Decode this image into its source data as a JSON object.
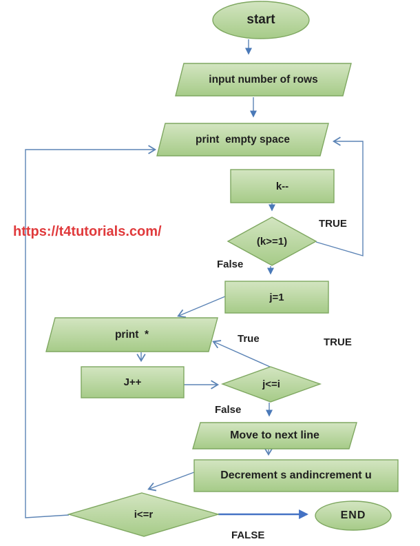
{
  "colors": {
    "shape_fill_top": "#d3e5c1",
    "shape_fill_bottom": "#a6cb88",
    "shape_border": "#7ea760",
    "connector": "#5b83b5",
    "connector_end_arrow": "#4472c4",
    "label_text": "#1f1f1f",
    "watermark_red": "#e03a3c"
  },
  "watermark": {
    "text": "https://t4tutorials.com/"
  },
  "flowchart": {
    "nodes": [
      {
        "id": "start",
        "type": "ellipse",
        "label": "start"
      },
      {
        "id": "input-rows",
        "type": "parallelogram",
        "label": "input number of rows"
      },
      {
        "id": "print-empty-space",
        "type": "parallelogram",
        "label": "print  empty space"
      },
      {
        "id": "k-decrement",
        "type": "rectangle",
        "label": "k--"
      },
      {
        "id": "k-condition",
        "type": "diamond",
        "label": "(k>=1)"
      },
      {
        "id": "j-init",
        "type": "rectangle",
        "label": "j=1"
      },
      {
        "id": "print-star",
        "type": "parallelogram",
        "label": "print  *"
      },
      {
        "id": "j-increment",
        "type": "rectangle",
        "label": "J++"
      },
      {
        "id": "j-condition",
        "type": "diamond",
        "label": "j<=i"
      },
      {
        "id": "move-next-line",
        "type": "parallelogram",
        "label": "Move to next line"
      },
      {
        "id": "decrement-increment",
        "type": "rectangle",
        "label": "Decrement s andincrement u"
      },
      {
        "id": "i-condition",
        "type": "diamond",
        "label": "i<=r"
      },
      {
        "id": "end",
        "type": "ellipse",
        "label": "END"
      }
    ],
    "edge_labels": [
      {
        "id": "k-true",
        "label": "TRUE"
      },
      {
        "id": "k-false",
        "label": "False"
      },
      {
        "id": "j-true",
        "label": "True"
      },
      {
        "id": "j-true-outer",
        "label": "TRUE"
      },
      {
        "id": "j-false",
        "label": "False"
      },
      {
        "id": "i-false",
        "label": "FALSE"
      }
    ]
  }
}
